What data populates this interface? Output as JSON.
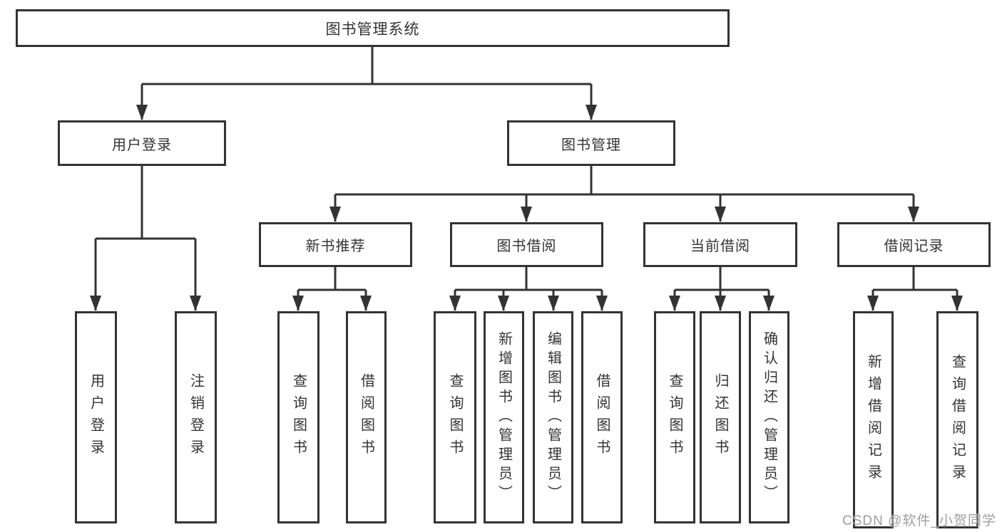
{
  "diagram": {
    "root": {
      "label": "图书管理系统"
    },
    "level2": [
      {
        "label": "用户登录"
      },
      {
        "label": "图书管理"
      }
    ],
    "level3": [
      {
        "label": "新书推荐",
        "parent": "图书管理"
      },
      {
        "label": "图书借阅",
        "parent": "图书管理"
      },
      {
        "label": "当前借阅",
        "parent": "图书管理"
      },
      {
        "label": "借阅记录",
        "parent": "图书管理"
      }
    ],
    "leaves": [
      {
        "label": "用户登录",
        "parent": "用户登录"
      },
      {
        "label": "注销登录",
        "parent": "用户登录"
      },
      {
        "label": "查询图书",
        "parent": "新书推荐"
      },
      {
        "label": "借阅图书",
        "parent": "新书推荐"
      },
      {
        "label": "查询图书",
        "parent": "图书借阅"
      },
      {
        "label": "新增图书（管理员）",
        "parent": "图书借阅"
      },
      {
        "label": "编辑图书（管理员）",
        "parent": "图书借阅"
      },
      {
        "label": "借阅图书",
        "parent": "图书借阅"
      },
      {
        "label": "查询图书",
        "parent": "当前借阅"
      },
      {
        "label": "归还图书",
        "parent": "当前借阅"
      },
      {
        "label": "确认归还（管理员）",
        "parent": "当前借阅"
      },
      {
        "label": "新增借阅记录",
        "parent": "借阅记录"
      },
      {
        "label": "查询借阅记录",
        "parent": "借阅记录"
      }
    ],
    "watermark": "CSDN @软件_小贺同学",
    "colors": {
      "line": "#333333",
      "text": "#333333",
      "watermark": "#9e9e9e",
      "background": "#ffffff"
    }
  }
}
